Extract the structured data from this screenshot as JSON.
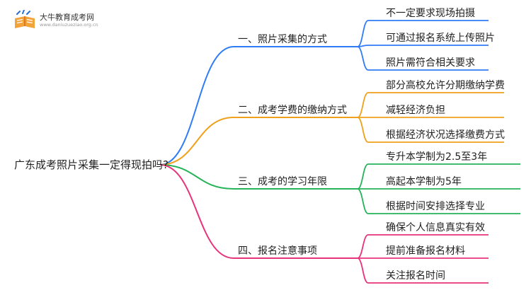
{
  "logo": {
    "title": "大牛教育成考网",
    "subtitle": "www.daniuzueziao.org.cn",
    "colors": {
      "book": "#f2a33a",
      "book_dark": "#e07a1e",
      "spark": "#2a6fd6"
    }
  },
  "root": {
    "label": "广东成考照片采集一定得现拍吗?"
  },
  "branches": [
    {
      "label": "一、照片采集的方式",
      "color": "#2e7cf6",
      "leaves": [
        "不一定要求现场拍摄",
        "可通过报名系统上传照片",
        "照片需符合相关要求"
      ]
    },
    {
      "label": "二、成考学费的缴纳方式",
      "color": "#f0a11b",
      "leaves": [
        "部分高校允许分期缴纳学费",
        "减轻经济负担",
        "根据经济状况选择缴费方式"
      ]
    },
    {
      "label": "三、成考的学习年限",
      "color": "#27b35a",
      "leaves": [
        "专升本学制为2.5至3年",
        "高起本学制为5年",
        "根据时间安排选择专业"
      ]
    },
    {
      "label": "四、报名注意事项",
      "color": "#e8327a",
      "leaves": [
        "确保个人信息真实有效",
        "提前准备报名材料",
        "关注报名时间"
      ]
    }
  ]
}
